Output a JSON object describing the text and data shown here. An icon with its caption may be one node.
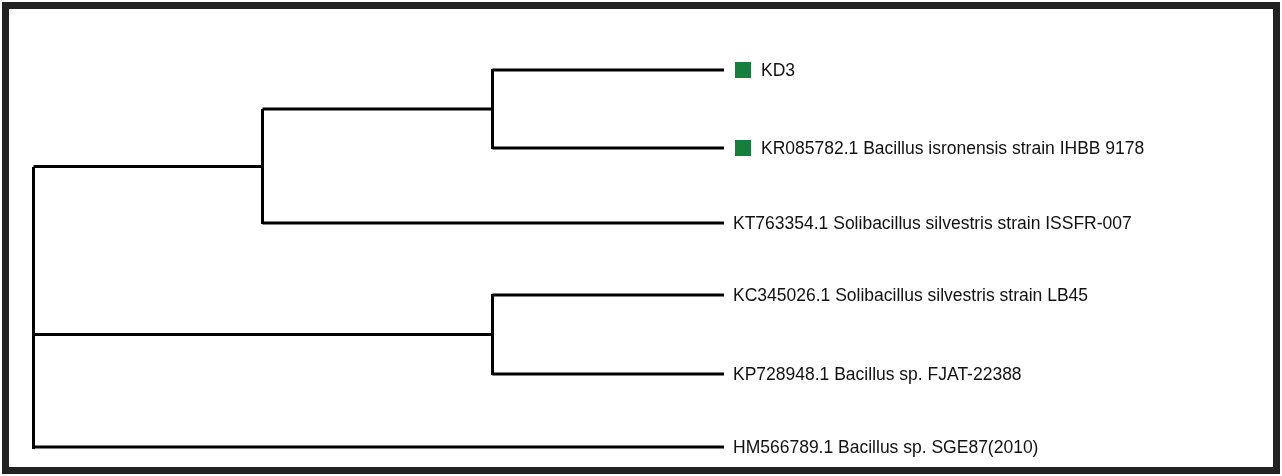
{
  "diagram": {
    "nodes": [
      {
        "text": [],
        "shape": "bar"
      },
      {
        "text": [],
        "shape": "bar"
      },
      {
        "text": [],
        "shape": "bar"
      },
      {
        "text": [
          "KD3"
        ]
      },
      {
        "text": [
          "KR085782.1 Bacillus isronensis strain IHBB 9178"
        ]
      },
      {
        "text": [
          "KT763354.1 Solibacillus silvestris strain ISSFR-007"
        ]
      },
      {
        "text": [],
        "shape": "bar"
      },
      {
        "text": [
          "KC345026.1 Solibacillus silvestris strain LB45"
        ]
      },
      {
        "text": [
          "KP728948.1 Bacillus sp. FJAT-22388"
        ]
      },
      {
        "text": [
          "HM566789.1 Bacillus sp. SGE87(2010)"
        ]
      }
    ],
    "edges": [
      {
        "from": 0,
        "to": 1,
        "arrow": "none"
      },
      {
        "from": 1,
        "to": 2,
        "arrow": "none"
      },
      {
        "from": 2,
        "to": 3,
        "arrow": "none"
      },
      {
        "from": 2,
        "to": 4,
        "arrow": "none"
      },
      {
        "from": 1,
        "to": 5,
        "arrow": "none"
      },
      {
        "from": 0,
        "to": 6,
        "arrow": "none"
      },
      {
        "from": 6,
        "to": 7,
        "arrow": "none"
      },
      {
        "from": 6,
        "to": 8,
        "arrow": "none"
      },
      {
        "from": 0,
        "to": 9,
        "arrow": "none"
      }
    ]
  }
}
